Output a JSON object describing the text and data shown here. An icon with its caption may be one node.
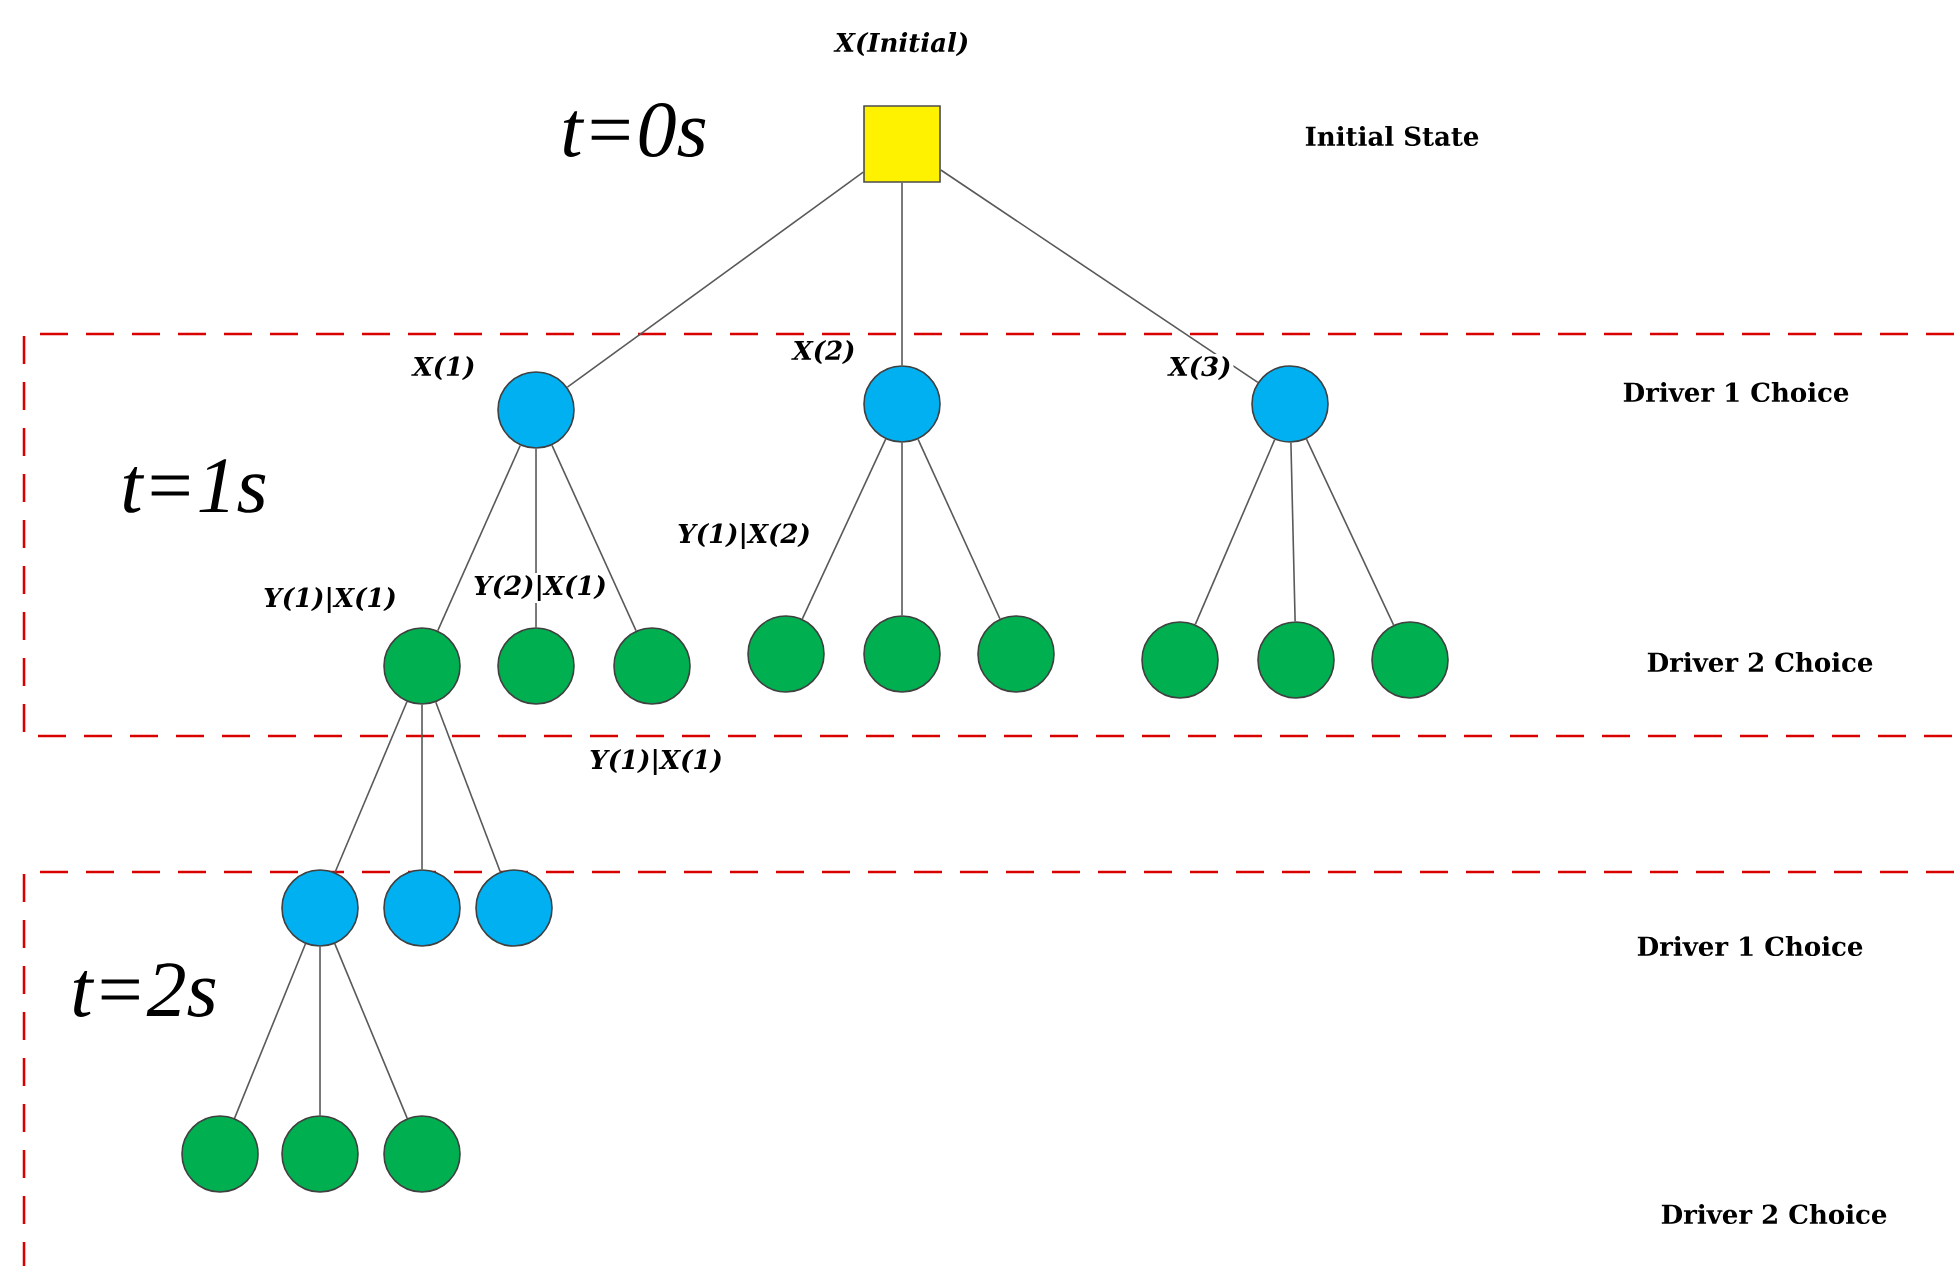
{
  "diagram": {
    "nodes": [
      {
        "text": [],
        "shape": "box",
        "beside": [
          "X(Initial)"
        ]
      },
      {
        "text": [],
        "shape": "circle",
        "beside": [
          "X(1)"
        ]
      },
      {
        "text": [],
        "shape": "circle",
        "beside": [
          "X(2)"
        ]
      },
      {
        "text": [],
        "shape": "circle",
        "beside": [
          "X(3)"
        ]
      },
      {
        "text": [],
        "shape": "circle",
        "beside": [
          "Y(1)|X(1)"
        ]
      },
      {
        "text": [],
        "shape": "circle",
        "beside": [
          "Y(2)|X(1)"
        ]
      },
      {
        "text": [],
        "shape": "circle"
      },
      {
        "text": [],
        "shape": "circle",
        "beside": [
          "Y(1)|X(2)"
        ]
      },
      {
        "text": [],
        "shape": "circle"
      },
      {
        "text": [],
        "shape": "circle"
      },
      {
        "text": [],
        "shape": "circle"
      },
      {
        "text": [],
        "shape": "circle"
      },
      {
        "text": [],
        "shape": "circle"
      },
      {
        "text": [],
        "shape": "circle"
      },
      {
        "text": [],
        "shape": "circle"
      },
      {
        "text": [],
        "shape": "circle"
      },
      {
        "text": [],
        "shape": "circle"
      },
      {
        "text": [],
        "shape": "circle"
      },
      {
        "text": [],
        "shape": "circle"
      }
    ],
    "edges": [
      {
        "from": 0,
        "to": 1,
        "arrow": "none"
      },
      {
        "from": 0,
        "to": 2,
        "arrow": "none"
      },
      {
        "from": 0,
        "to": 3,
        "arrow": "none"
      },
      {
        "from": 1,
        "to": 4,
        "arrow": "none"
      },
      {
        "from": 1,
        "to": 5,
        "arrow": "none"
      },
      {
        "from": 1,
        "to": 6,
        "arrow": "none"
      },
      {
        "from": 2,
        "to": 7,
        "arrow": "none"
      },
      {
        "from": 2,
        "to": 8,
        "arrow": "none"
      },
      {
        "from": 2,
        "to": 9,
        "arrow": "none"
      },
      {
        "from": 3,
        "to": 10,
        "arrow": "none"
      },
      {
        "from": 3,
        "to": 11,
        "arrow": "none"
      },
      {
        "from": 3,
        "to": 12,
        "arrow": "none"
      },
      {
        "from": 4,
        "to": 13,
        "arrow": "none"
      },
      {
        "from": 4,
        "to": 14,
        "arrow": "none"
      },
      {
        "from": 4,
        "to": 15,
        "arrow": "none"
      },
      {
        "from": 13,
        "to": 16,
        "arrow": "none"
      },
      {
        "from": 13,
        "to": 17,
        "arrow": "none"
      },
      {
        "from": 13,
        "to": 18,
        "arrow": "none"
      }
    ],
    "labels": [
      "t=0s",
      "Initial State",
      "t=1s",
      "Driver 1 Choice",
      "Driver 2 Choice",
      "Y(1)|X(1)",
      "t=2s",
      "Driver 1 Choice",
      "Driver 2 Choice"
    ]
  }
}
